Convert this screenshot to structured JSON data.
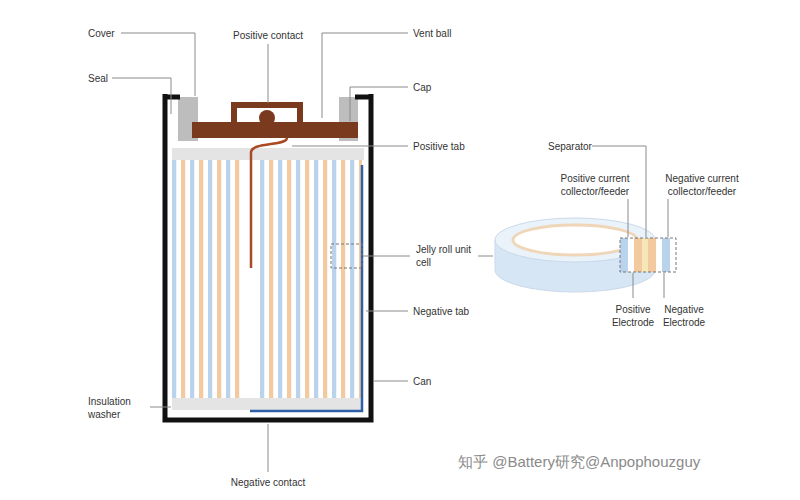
{
  "diagram": {
    "labels": [
      "Cover",
      "Positive contact",
      "Vent ball",
      "Seal",
      "Cap",
      "Positive tab",
      "Jelly roll unit cell",
      "Negative tab",
      "Can",
      "Insulation washer",
      "Negative contact",
      "Separator",
      "Positive current collector/feeder",
      "Negative current collector/feeder",
      "Positive Electrode",
      "Negative Electrode",
      "知乎 @Battery研究@Anpophouzguy"
    ]
  }
}
